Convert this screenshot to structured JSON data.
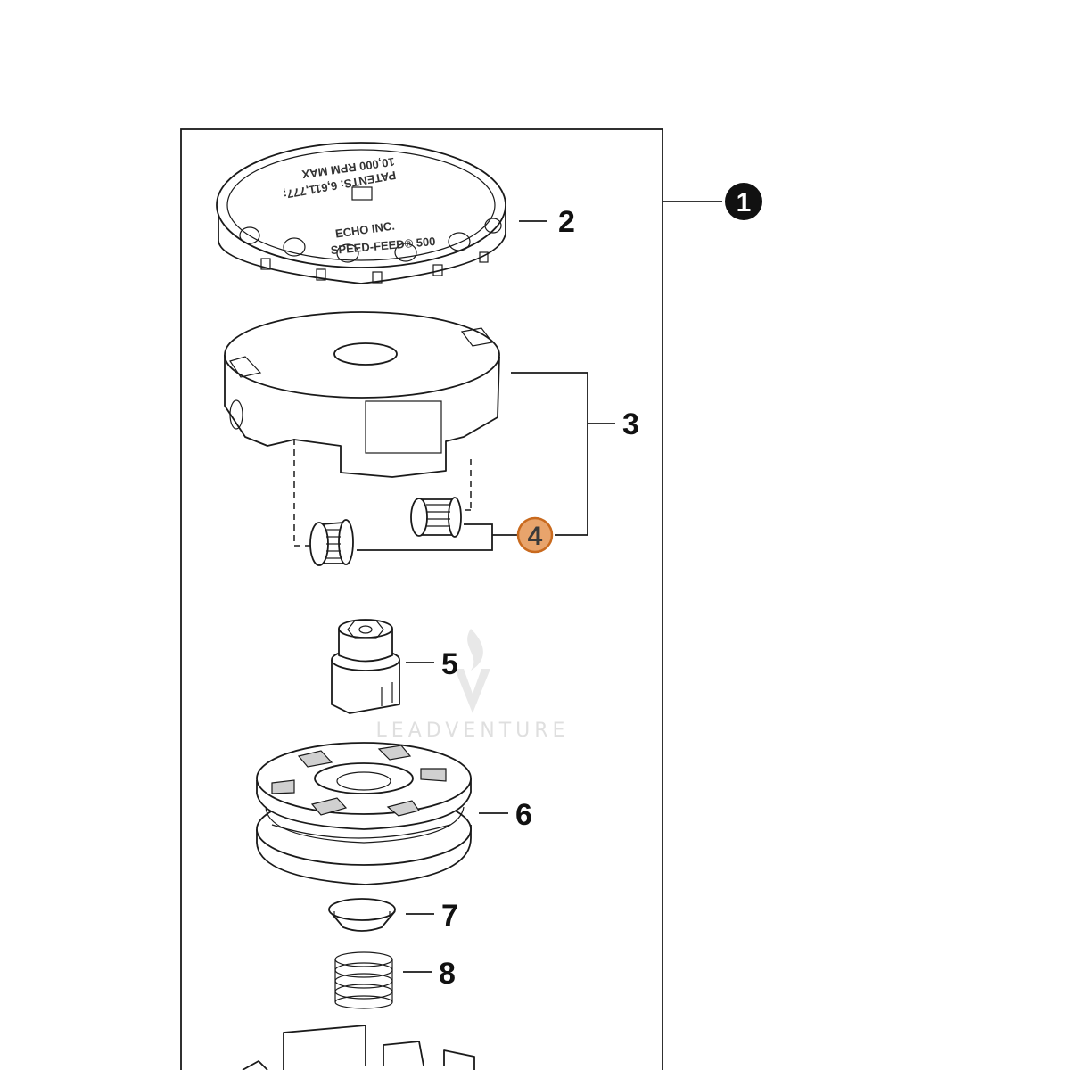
{
  "assembly_badge": "1",
  "callouts": {
    "part_2": "2",
    "part_3": "3",
    "part_4": "4",
    "part_5": "5",
    "part_6": "6",
    "part_7": "7",
    "part_8": "8"
  },
  "cover_imprint": {
    "line_1": "ECHO INC.",
    "line_2": "SPEED-FEED® 500",
    "rpm": "10,000 RPM MAX",
    "patents": "PATENTS: 6,611,777;"
  },
  "watermark": {
    "text": "LEADVENTURE"
  },
  "colors": {
    "line": "#1a1a1a",
    "badge": "#111111",
    "highlight_fill": "#e8a46c",
    "highlight_stroke": "#c96a1e",
    "watermark": "#dcdcdc"
  }
}
